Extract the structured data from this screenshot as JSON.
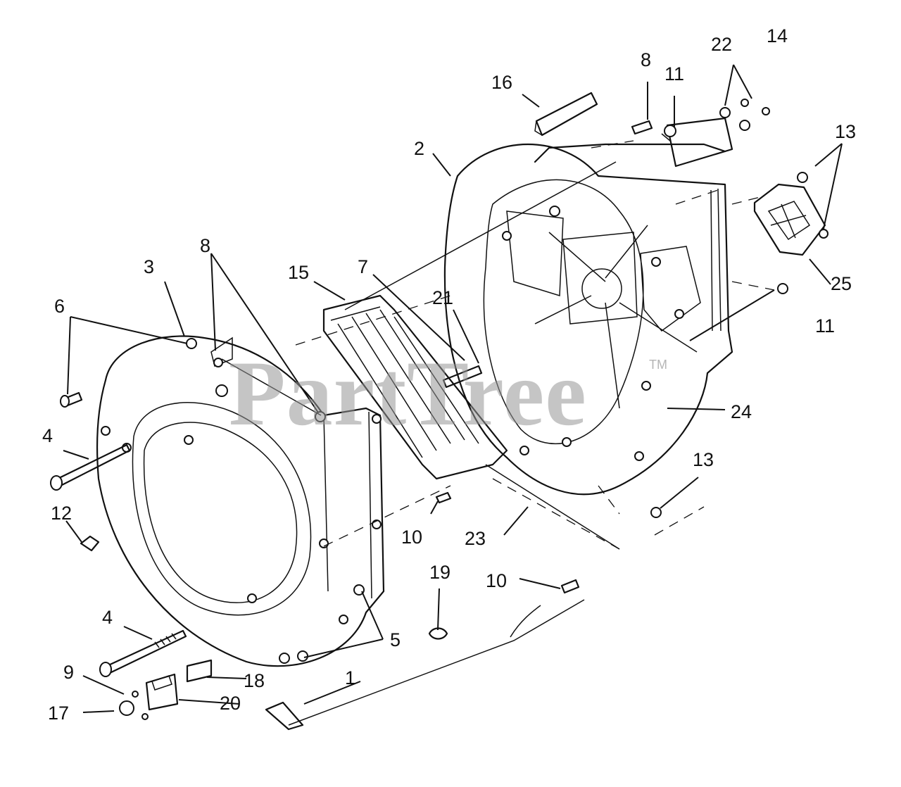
{
  "watermark": {
    "text": "PartTree",
    "trademark": "TM"
  },
  "callouts": [
    {
      "id": "1",
      "text": "1"
    },
    {
      "id": "2",
      "text": "2"
    },
    {
      "id": "3",
      "text": "3"
    },
    {
      "id": "4a",
      "text": "4"
    },
    {
      "id": "4b",
      "text": "4"
    },
    {
      "id": "5",
      "text": "5"
    },
    {
      "id": "6",
      "text": "6"
    },
    {
      "id": "7",
      "text": "7"
    },
    {
      "id": "8a",
      "text": "8"
    },
    {
      "id": "8b",
      "text": "8"
    },
    {
      "id": "9",
      "text": "9"
    },
    {
      "id": "10a",
      "text": "10"
    },
    {
      "id": "10b",
      "text": "10"
    },
    {
      "id": "11a",
      "text": "11"
    },
    {
      "id": "11b",
      "text": "11"
    },
    {
      "id": "12",
      "text": "12"
    },
    {
      "id": "13a",
      "text": "13"
    },
    {
      "id": "13b",
      "text": "13"
    },
    {
      "id": "14",
      "text": "14"
    },
    {
      "id": "15",
      "text": "15"
    },
    {
      "id": "16",
      "text": "16"
    },
    {
      "id": "17",
      "text": "17"
    },
    {
      "id": "18",
      "text": "18"
    },
    {
      "id": "19",
      "text": "19"
    },
    {
      "id": "20",
      "text": "20"
    },
    {
      "id": "21",
      "text": "21"
    },
    {
      "id": "22",
      "text": "22"
    },
    {
      "id": "23",
      "text": "23"
    },
    {
      "id": "24",
      "text": "24"
    },
    {
      "id": "25",
      "text": "25"
    }
  ]
}
